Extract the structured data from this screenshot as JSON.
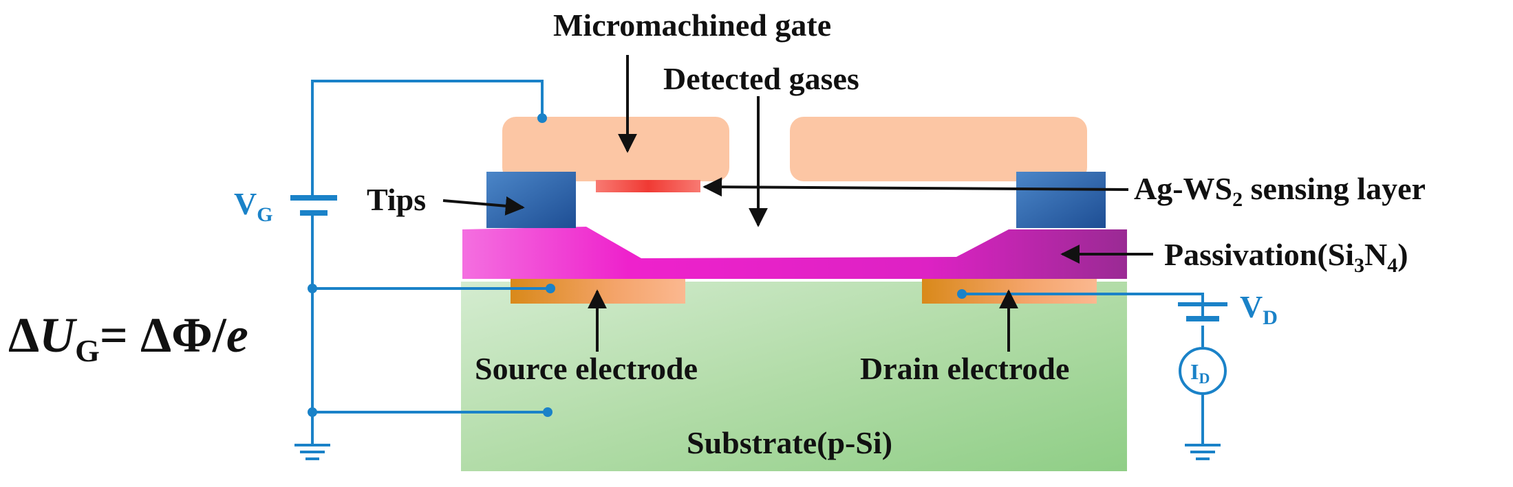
{
  "labels": {
    "micromachined_gate": "Micromachined gate",
    "detected_gases": "Detected gases",
    "tips": "Tips",
    "sensing_layer_a": "Ag-WS",
    "sensing_layer_sub": "2",
    "sensing_layer_b": " sensing layer",
    "passivation_a": "Passivation(Si",
    "passivation_sub1": "3",
    "passivation_b": "N",
    "passivation_sub2": "4",
    "passivation_c": ")",
    "source_electrode": "Source electrode",
    "drain_electrode": "Drain electrode",
    "substrate": "Substrate(p-Si)",
    "vg_main": "V",
    "vg_sub": "G",
    "vd_main": "V",
    "vd_sub": "D",
    "id_main": "I",
    "id_sub": "D"
  },
  "equation": {
    "delta1": "Δ",
    "u": "U",
    "u_sub": "G",
    "equals_delta": "= Δ",
    "phi": "Φ",
    "slash_e": "/",
    "e": "e"
  },
  "colors": {
    "wire": "#1a82c8",
    "gate": "#fcc6a4",
    "sensing_layer": "#f0503c",
    "tips": "#2f62a6",
    "passivation_left": "#f02ed2",
    "passivation_right": "#a02898",
    "electrode": "#e5921a",
    "substrate": "#a8d8a0",
    "text": "#111111",
    "blue_text": "#1a82c8"
  }
}
